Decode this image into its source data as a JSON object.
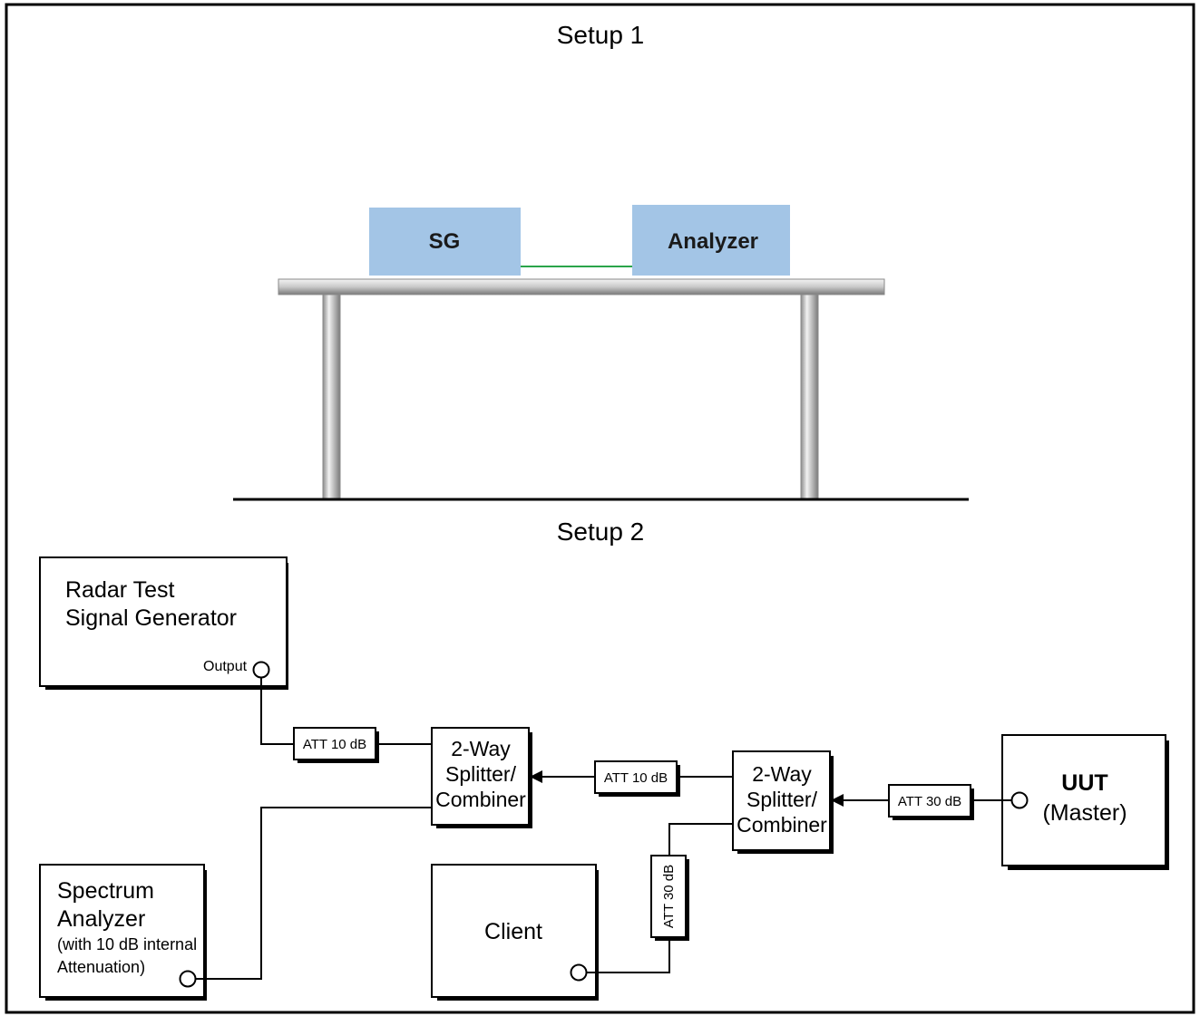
{
  "setup1": {
    "title": "Setup 1",
    "sg_label": "SG",
    "analyzer_label": "Analyzer",
    "colors": {
      "instrument_fill": "#a3c5e6",
      "cable": "#2aa44a",
      "table": "#c8c8c8"
    }
  },
  "setup2": {
    "title": "Setup 2",
    "radar_gen": {
      "line1": "Radar Test",
      "line2": "Signal Generator",
      "port_label": "Output"
    },
    "spectrum_analyzer": {
      "line1": "Spectrum",
      "line2": "Analyzer",
      "line3": "(with 10 dB internal",
      "line4": "Attenuation)"
    },
    "splitter_left": {
      "line1": "2-Way",
      "line2": "Splitter/",
      "line3": "Combiner"
    },
    "splitter_right": {
      "line1": "2-Way",
      "line2": "Splitter/",
      "line3": "Combiner"
    },
    "attenuators": {
      "att_gen": "ATT 10 dB",
      "att_mid": "ATT 10 dB",
      "att_uut": "ATT 30 dB",
      "att_client": "ATT 30 dB"
    },
    "client": {
      "label": "Client"
    },
    "uut": {
      "line1": "UUT",
      "line2": "(Master)"
    }
  }
}
